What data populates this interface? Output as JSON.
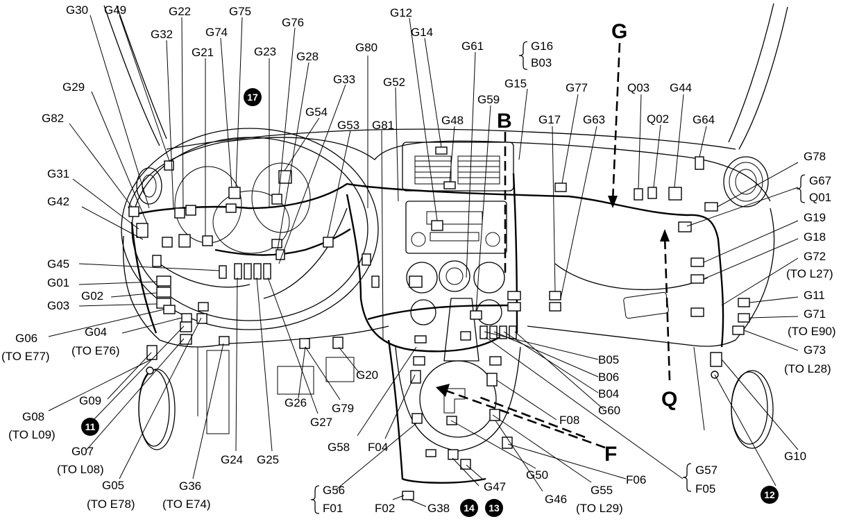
{
  "labels": {
    "g30": "G30",
    "g49": "G49",
    "g22": "G22",
    "g75": "G75",
    "g32": "G32",
    "g74": "G74",
    "g21": "G21",
    "g76": "G76",
    "g23": "G23",
    "g28": "G28",
    "g29": "G29",
    "g82": "G82",
    "g33": "G33",
    "g54": "G54",
    "g53": "G53",
    "g81": "G81",
    "g80": "G80",
    "g52": "G52",
    "g12": "G12",
    "g14": "G14",
    "g48": "G48",
    "g61": "G61",
    "g59": "G59",
    "g16": "G16",
    "b03": "B03",
    "g15": "G15",
    "g77": "G77",
    "g17": "G17",
    "g63": "G63",
    "q03": "Q03",
    "q02": "Q02",
    "g44": "G44",
    "g64": "G64",
    "g78": "G78",
    "g67": "G67",
    "q01": "Q01",
    "g19": "G19",
    "g18": "G18",
    "g72": "G72",
    "to_l27": "(TO L27)",
    "g11": "G11",
    "g71": "G71",
    "to_e90": "(TO E90)",
    "g73": "G73",
    "to_l28": "(TO L28)",
    "g10": "G10",
    "g31": "G31",
    "g42": "G42",
    "g45": "G45",
    "g01": "G01",
    "g02": "G02",
    "g03": "G03",
    "g04": "G04",
    "to_e76": "(TO E76)",
    "g06": "G06",
    "to_e77": "(TO E77)",
    "g09": "G09",
    "g08": "G08",
    "to_l09": "(TO L09)",
    "g07": "G07",
    "to_l08": "(TO L08)",
    "g05": "G05",
    "to_e78": "(TO E78)",
    "g36": "G36",
    "to_e74": "(TO E74)",
    "g24": "G24",
    "g25": "G25",
    "g26": "G26",
    "g27": "G27",
    "g79": "G79",
    "g20": "G20",
    "g58": "G58",
    "f04": "F04",
    "g56": "G56",
    "f01": "F01",
    "f02": "F02",
    "g38": "G38",
    "g47": "G47",
    "g46": "G46",
    "g50": "G50",
    "g55": "G55",
    "to_l29": "(TO L29)",
    "f06": "F06",
    "g57": "G57",
    "f05": "F05",
    "f08": "F08",
    "g60": "G60",
    "b04": "B04",
    "b06": "B06",
    "b05": "B05"
  },
  "view_letters": {
    "g": "G",
    "b": "B",
    "q": "Q",
    "f": "F"
  },
  "badges": {
    "n17": "17",
    "n11": "11",
    "n14": "14",
    "n13": "13",
    "n12": "12"
  },
  "colors": {
    "ink": "#000000",
    "paper": "#ffffff"
  }
}
